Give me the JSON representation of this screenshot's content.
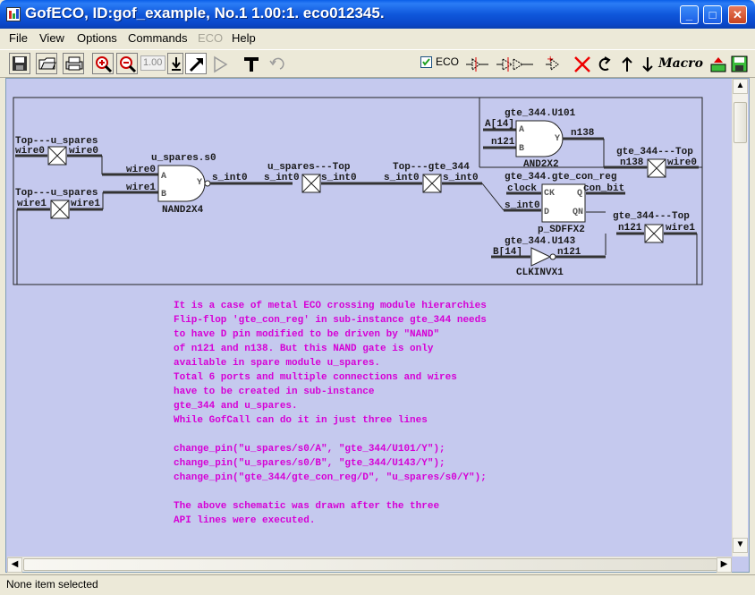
{
  "window": {
    "title": "GofECO, ID:gof_example, No.1 1.00:1. eco012345.",
    "minimize": "_",
    "maximize": "□",
    "close": "✕"
  },
  "menu": [
    "File",
    "View",
    "Options",
    "Commands",
    "ECO",
    "Help"
  ],
  "menu_disabled": [
    "ECO"
  ],
  "toolbar": {
    "zoom_value": "1.00",
    "eco_checkbox_label": "ECO",
    "macro_label": "Macro"
  },
  "schematic": {
    "instances": {
      "top_spares_0": {
        "name": "Top---u_spares",
        "left": "wire0",
        "right": "wire0"
      },
      "top_spares_1": {
        "name": "Top---u_spares",
        "left": "wire1",
        "right": "wire1"
      },
      "nand_s0": {
        "name": "u_spares.s0",
        "cell": "NAND2X4",
        "pin_a": "A",
        "pin_b": "B",
        "pin_y": "Y",
        "in_a_net": "wire0",
        "in_b_net": "wire1",
        "out_net": "s_int0"
      },
      "spares_top": {
        "name": "u_spares---Top",
        "left": "s_int0",
        "right": "s_int0"
      },
      "top_gte": {
        "name": "Top---gte_344",
        "left": "s_int0",
        "right": "s_int0"
      },
      "u101": {
        "name": "gte_344.U101",
        "cell": "AND2X2",
        "pin_a": "A",
        "pin_b": "B",
        "pin_y": "Y",
        "in_a_net": "A[14]",
        "in_b_net": "n121",
        "out_net": "n138"
      },
      "gte_top_0": {
        "name": "gte_344---Top",
        "left": "n138",
        "right": "wire0"
      },
      "con_reg": {
        "name": "gte_344.gte_con_reg",
        "cell": "p_SDFFX2",
        "pin_ck": "CK",
        "pin_q": "Q",
        "pin_d": "D",
        "pin_qn": "QN",
        "ck_net": "clock",
        "q_net": "con_bit",
        "d_net": "s_int0"
      },
      "gte_top_1": {
        "name": "gte_344---Top",
        "left": "n121",
        "right": "wire1"
      },
      "u143": {
        "name": "gte_344.U143",
        "cell": "CLKINVX1",
        "in_net": "B[14]",
        "out_net": "n121"
      }
    }
  },
  "notes": [
    "It is a case of metal ECO crossing module hierarchies",
    "Flip-flop 'gte_con_reg' in sub-instance gte_344 needs",
    "to have D pin modified to be driven by \"NAND\"",
    "of n121 and n138. But this NAND gate is only",
    "available in spare module u_spares.",
    "Total 6 ports and multiple connections and wires",
    "have to be created in sub-instance",
    "gte_344 and u_spares.",
    "While GofCall can do it in just three lines",
    "change_pin(\"u_spares/s0/A\", \"gte_344/U101/Y\");",
    "change_pin(\"u_spares/s0/B\", \"gte_344/U143/Y\");",
    "change_pin(\"gte_344/gte_con_reg/D\", \"u_spares/s0/Y\");",
    "The above schematic was drawn after the three",
    "API lines were executed."
  ],
  "status": "None item selected"
}
